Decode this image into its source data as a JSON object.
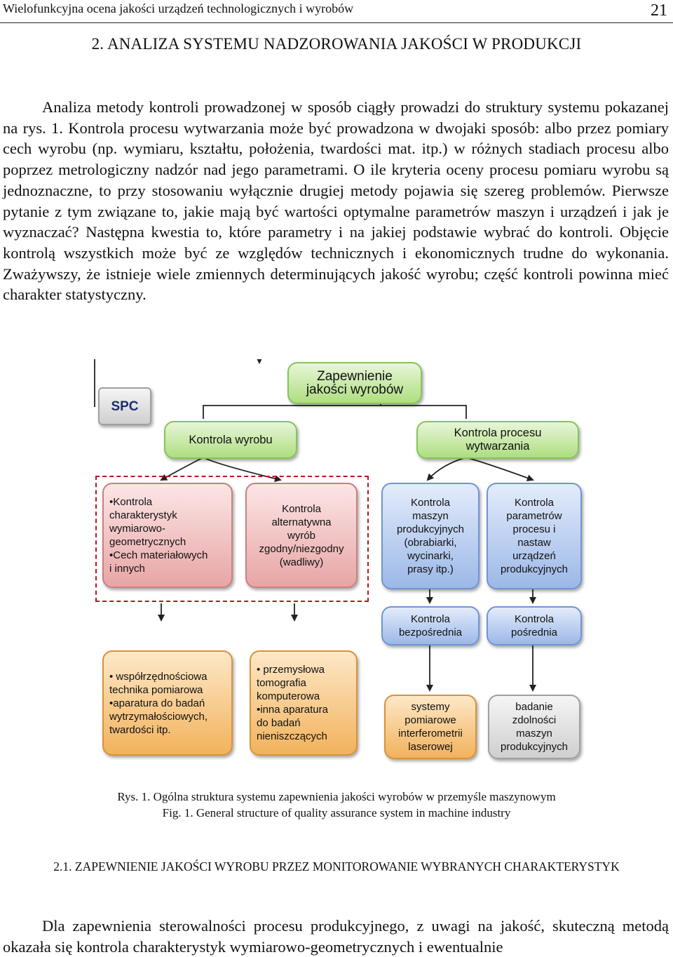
{
  "header": {
    "title": "Wielofunkcyjna ocena jakości urządzeń technologicznych i wyrobów",
    "page_number": "21"
  },
  "section_heading": "2. ANALIZA SYSTEMU NADZOROWANIA JAKOŚCI W PRODUKCJI",
  "intro_paragraph": "Analiza metody kontroli prowadzonej w sposób ciągły prowadzi do struktury systemu pokazanej na rys. 1. Kontrola procesu wytwarzania może być prowadzona w dwojaki sposób: albo przez pomiary cech wyrobu (np. wymiaru, kształtu, położenia, twardości mat. itp.) w różnych stadiach procesu albo poprzez metrologiczny nadzór nad jego parametrami. O ile kryteria oceny procesu pomiaru wyrobu są jednoznaczne, to przy stosowaniu wyłącznie drugiej metody pojawia się szereg problemów. Pierwsze pytanie z tym związane to, jakie mają być wartości optymalne parametrów maszyn i urządzeń i jak je wyznaczać? Następna kwestia to, które parametry i na jakiej podstawie wybrać do kontroli. Objęcie kontrolą wszystkich może być ze względów technicznych i ekonomicznych trudne do wykonania. Zważywszy, że istnieje wiele zmiennych determinujących jakość wyrobu; część kontroli powinna mieć charakter statystyczny.",
  "diagram": {
    "spc": "SPC",
    "quality_assurance": "Zapewnienie\njakości wyrobów",
    "product_control": "Kontrola  wyrobu",
    "process_control": "Kontrola  procesu\nwytwarzania",
    "dim_characteristics": "•Kontrola\n  charakterystyk\n  wymiarowo-\n  geometrycznych\n•Cech materiałowych\n  i innych",
    "alternative_control": "Kontrola\nalternatywna\nwyrób\nzgodny/niezgodny\n(wadliwy)",
    "machine_control": "Kontrola\nmaszyn\nprodukcyjnych\n(obrabiarki,\nwycinarki,\nprasy itp.)",
    "parameter_control": "Kontrola\nparametrów\nprocesu i\nnastaw\nurządzeń\nprodukcyjnych",
    "direct_control": "Kontrola\nbezpośrednia",
    "indirect_control": "Kontrola\npośrednia",
    "coordinate_tech": "• współrzędnościowa\n  technika pomiarowa\n•aparatura do badań\n  wytrzymałościowych,\n  twardości itp.",
    "tomography": "• przemysłowa\n  tomografia\n  komputerowa\n•inna aparatura\n  do badań\n  nieniszczących",
    "laser_systems": "systemy\npomiarowe\ninterferometrii\nlaserowej",
    "capability_study": "badanie\nzdolności\nmaszyn\nprodukcyjnych"
  },
  "captions": {
    "pl": "Rys. 1. Ogólna struktura systemu zapewnienia jakości wyrobów w przemyśle maszynowym",
    "en": "Fig. 1. General structure of quality assurance system in machine industry"
  },
  "subsection_heading": "2.1. ZAPEWNIENIE JAKOŚCI WYROBU PRZEZ MONITOROWANIE WYBRANYCH CHARAKTERYSTYK",
  "closing_paragraph": "Dla zapewnienia sterowalności procesu produkcyjnego, z uwagi na jakość, skuteczną metodą okazała się kontrola charakterystyk wymiarowo-geometrycznych i ewentualnie",
  "colors": {
    "green": "#aede80",
    "pink": "#e8a5a5",
    "blue": "#9cb8e8",
    "orange": "#f2b25c",
    "dashed_frame": "#b8161b"
  }
}
